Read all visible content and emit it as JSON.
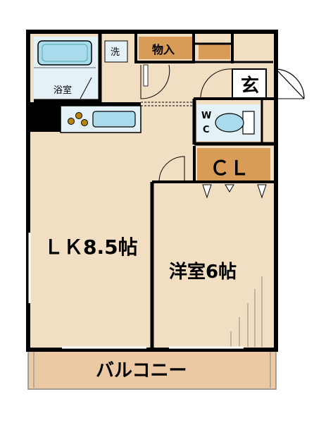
{
  "colors": {
    "floor": "#f2dfc3",
    "wet_area": "#e4f1f6",
    "storage": "#d89c58",
    "balcony": "#ecc9a5",
    "wall": "#000000",
    "fixture_blue": "#a9dbec"
  },
  "rooms": {
    "bath": "浴室",
    "washer": "洗",
    "storage": "物入",
    "entrance": "玄",
    "wc_w": "W",
    "wc_c": "C",
    "closet": "ＣＬ",
    "living_kitchen": "ＬＫ8.5帖",
    "western_room": "洋室6帖",
    "balcony": "バルコニー"
  },
  "icons": [
    "bathtub-icon",
    "stove-icon",
    "sink-icon",
    "toilet-icon",
    "door-swing-icon"
  ]
}
